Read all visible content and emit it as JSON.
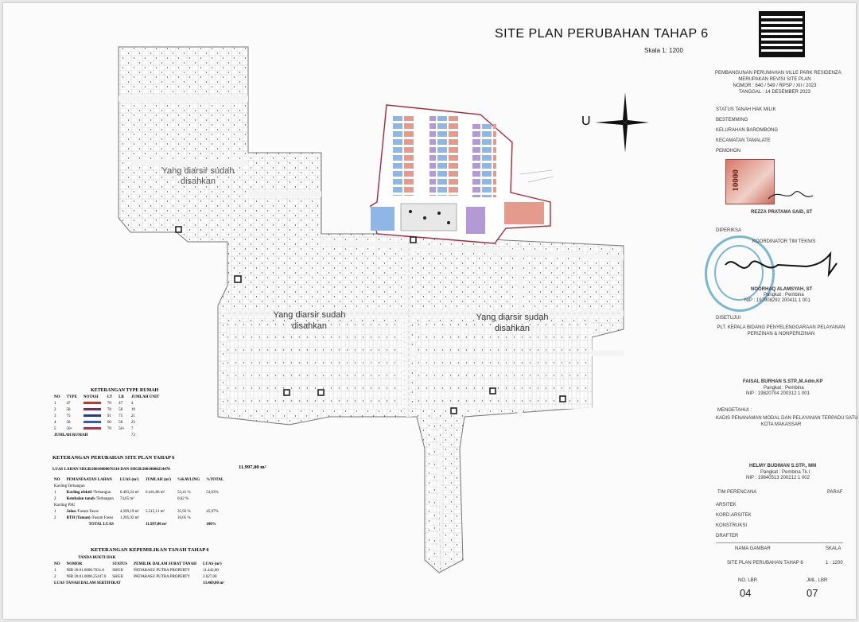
{
  "header": {
    "title": "SITE PLAN PERUBAHAN TAHAP 6",
    "scale": "Skala 1: 1200",
    "compass_label": "U"
  },
  "plan_labels": [
    "Yang diarsir sudah disahkan",
    "Yang diarsir sudah disahkan",
    "Yang diarsir sudah disahkan"
  ],
  "approval": {
    "heading_1": "PEMBANGUNAN PERUMAHAN VILLE PARK RESIDENZA",
    "heading_2": "MERUPAKAN REVISI SITE PLAN",
    "heading_3": "NOMOR : 640 / 549 / RPSP / XII / 2023",
    "heading_4": "TANGGAL : 14 DESEMBER 2023",
    "status_tanah": "STATUS TANAH  HAK MILIK",
    "bestemming": "BESTEMMING",
    "kelurahan": "KELURAHAN    BAROMBONG",
    "kecamatan": "KECAMATAN    TAMALATE",
    "pemohon_label": "PEMOHON",
    "stamp_text": "10000",
    "pemohon_name": "REZZA PRATAMA SAID, ST",
    "diperiksa_label": "DIPERIKSA",
    "koordinator": "KOORDINATOR TIM TEKNIS",
    "koordinator_name": "NOORHAQ ALAMSYAH, ST",
    "koordinator_rank": "Pangkat : Pembina",
    "koordinator_nip": "NIP : 197908292 200411 1 001",
    "disetujui_label": "DISETUJUI",
    "plt_1": "PLT. KEPALA BIDANG PENYELENGGARAAN PELAYANAN",
    "plt_2": "PERIZINAN & NONPERIZINAN",
    "plt_name": "FAISAL BURHAN S.STP.,M.Adm.KP",
    "plt_rank": "Pangkat : Pembina",
    "plt_nip": "NIP : 19820704 200312 1 001",
    "mengetahui_label": "MENGETAHUI :",
    "kadis_1": "KADIS PENANAMAN MODAL DAN PELAYANAN TERPADU SATU PINTU",
    "kadis_2": "KOTA MAKASSAR",
    "kadis_name": "HELMY BUDIMAN S.STP., MM",
    "kadis_rank": "Pangkat : Pembina Tk.I",
    "kadis_nip": "NIP : 19840513 200212 1 002"
  },
  "team": {
    "heading": "TIM PERENCANA",
    "paraf": "PARAF",
    "rows": [
      "ARSITEK",
      "KORD.ARSITEK",
      "KONSTRUKSI",
      "DRAFTER"
    ],
    "nama_gambar_label": "NAMA GAMBAR",
    "skala_label": "SKALA",
    "nama_gambar": "SITE PLAN PERUBAHAN TAHAP 6",
    "skala": "1 : 1200",
    "no_lbr_label": "NO. LBR",
    "jml_lbr_label": "JML. LBR",
    "no_lbr": "04",
    "jml_lbr": "07"
  },
  "legend_type": {
    "title": "KETERANGAN TYPE RUMAH",
    "headers": [
      "NO",
      "TYPE",
      "NOTASI",
      "LT",
      "LB",
      "JUMLAH UNIT"
    ],
    "rows": [
      {
        "no": "1",
        "type": "47",
        "color": "#c0392b",
        "lt": "70",
        "lb": "47",
        "unit": "4"
      },
      {
        "no": "2",
        "type": "58",
        "color": "#7b2d5a",
        "lt": "78",
        "lb": "58",
        "unit": "19"
      },
      {
        "no": "3",
        "type": "75",
        "color": "#1f3b9c",
        "lt": "91",
        "lb": "75",
        "unit": "21"
      },
      {
        "no": "4",
        "type": "58",
        "color": "#3457c9",
        "lt": "60",
        "lb": "58",
        "unit": "23"
      },
      {
        "no": "5",
        "type": "50+",
        "color": "#b5314b",
        "lt": "70",
        "lb": "50+",
        "unit": "7"
      }
    ],
    "total_label": "JUMLAH RUMAH",
    "total": "73"
  },
  "legend_change": {
    "title": "KETERANGAN PERUBAHAN SITE PLAN TAHAP 6",
    "luas_label": "LUAS LAHAN SHGB/20010000076310 DAN SHGB/20010000254470",
    "luas_value": "11.997,00 m²",
    "headers": [
      "NO",
      "PEMANFAATAN LAHAN",
      "LUAS (m²)",
      "JUMLAH (m²)",
      "%KAVLING",
      "%TOTAL"
    ],
    "group1": "Kavling Terbangun",
    "r1": {
      "no": "1",
      "name": "Kavling efektif",
      "sub": "/Terbangun",
      "luas": "6.403,24 m²",
      "pct": "53,41 %"
    },
    "r2": {
      "no": "2",
      "name": "Ketebalan tanah",
      "sub": "/Terbangun",
      "luas": "74,65 m²",
      "pct": "0,62 %"
    },
    "jumlah1": "6.441,86 m²",
    "total1": "54,03%",
    "group2": "Kavling PSU",
    "r3": {
      "no": "1",
      "name": "Jalan",
      "sub": "/Fasum Fasos",
      "luas": "4.309,19 m²",
      "pct": "35,92 %"
    },
    "r4": {
      "no": "2",
      "name": "RTH (Taman)",
      "sub": "/Fasum Fasos",
      "luas": "1.205,92 m²",
      "pct": "10,05 %"
    },
    "jumlah2": "5.515,11 m²",
    "total2": "45,97%",
    "total_label": "TOTAL LUAS",
    "total_luas": "11.997,00 m²",
    "total_pct": "100%"
  },
  "legend_owner": {
    "title": "KETERANGAN KEPEMILIKAN TANAH TAHAP 6",
    "h_tanda": "TANDA BUKTI HAK",
    "headers": [
      "NO",
      "NOMOR",
      "STATUS",
      "PEMILIK DALAM SURAT TANAH",
      "LUAS (m²)"
    ],
    "rows": [
      {
        "no": "1",
        "nomor": "NIB 20.01.0000.7631.0",
        "status": "SHGB",
        "pemilik": "PATIARASU PUTRA PROPERTY",
        "luas": "11.442,00"
      },
      {
        "no": "2",
        "nomor": "NIB 20.01.0000.25447.0",
        "status": "SHGB",
        "pemilik": "PATIARASU PUTRA PROPERTY",
        "luas": "2.027,00"
      }
    ],
    "total_label": "LUAS TANAH DALAM SERTIFIKAT",
    "total": "13.469,00 m²"
  }
}
